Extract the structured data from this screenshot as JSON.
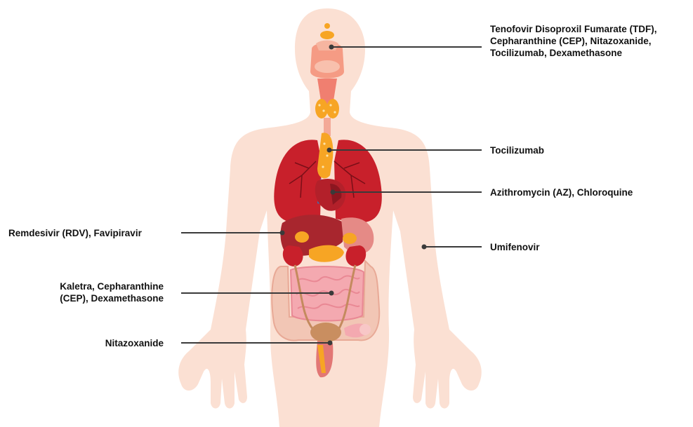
{
  "labels": {
    "head": [
      "Tenofovir Disoproxil Fumarate (TDF),",
      "Cepharanthine (CEP), Nitazoxanide,",
      "Tocilizumab, Dexamethasone"
    ],
    "thyroid": "Tocilizumab",
    "heart": "Azithromycin (AZ), Chloroquine",
    "liver": "Remdesivir (RDV), Favipiravir",
    "body": "Umifenovir",
    "intestine": [
      "Kaletra,  Cepharanthine",
      "(CEP), Dexamethasone"
    ],
    "bladder": "Nitazoxanide"
  },
  "colors": {
    "skin": "#fbe0d3",
    "lung": "#c8202b",
    "gland": "#f7a524",
    "intestine": "#f4a9b0",
    "colon": "#f2c6b5",
    "leader": "#3a3a3a"
  }
}
